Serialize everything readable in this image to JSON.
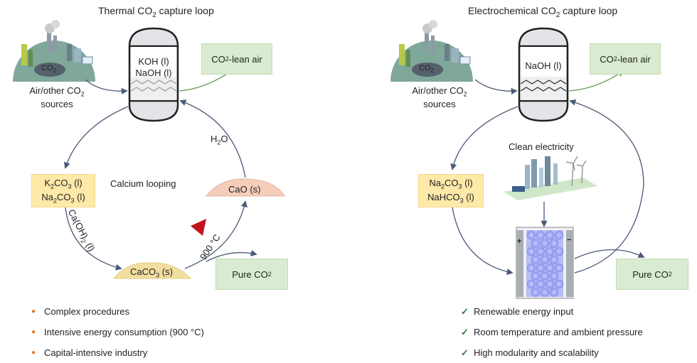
{
  "thermal": {
    "title_pre": "Thermal CO",
    "title_sub": "2",
    "title_post": " capture loop",
    "source_label_1": "Air/other CO",
    "source_label_sub": "2",
    "source_label_2": "sources",
    "globe_text": "CO",
    "globe_sub": "2",
    "reactor_line1": "KOH (l)",
    "reactor_line2": "NaOH (l)",
    "lean_air_pre": "CO",
    "lean_air_sub": "2",
    "lean_air_post": "-lean air",
    "carbonates_1": "K",
    "carbonates_2": "Na",
    "calcium_looping": "Calcium looping",
    "caoh_label": "Ca(OH)",
    "caoh_sub": "2",
    "caoh_post": " (l)",
    "caco3": "CaCO",
    "caco3_sub": "3",
    "caco3_post": " (s)",
    "cao": "CaO (s)",
    "h2o": "H",
    "h2o_sub": "2",
    "h2o_post": "O",
    "temp": "900 °C",
    "pure_pre": "Pure CO",
    "pure_sub": "2",
    "bullets": [
      "Complex procedures",
      "Intensive energy consumption (900 °C)",
      "Capital-intensive industry"
    ]
  },
  "electro": {
    "title_pre": "Electrochemical CO",
    "title_sub": "2",
    "title_post": " capture loop",
    "source_label_1": "Air/other CO",
    "source_label_sub": "2",
    "source_label_2": "sources",
    "globe_text": "CO",
    "globe_sub": "2",
    "reactor_line1": "NaOH (l)",
    "lean_air_pre": "CO",
    "lean_air_sub": "2",
    "lean_air_post": "-lean air",
    "carbonate_1": "Na",
    "carbonate_2": "NaHCO",
    "clean_electricity": "Clean electricity",
    "plus": "+",
    "minus": "−",
    "pure_pre": "Pure CO",
    "pure_sub": "2",
    "bullets": [
      "Renewable energy input",
      "Room temperature and ambient pressure",
      "High modularity and scalability"
    ]
  },
  "colors": {
    "green_box": "#d9ecd1",
    "yellow_box": "#fde9a8",
    "arrow": "#4a5a78",
    "green_arrow": "#5a9a4a",
    "heat": "#c0151c",
    "check": "#2f7a3a",
    "bullet_dot": "#e07a2d"
  }
}
